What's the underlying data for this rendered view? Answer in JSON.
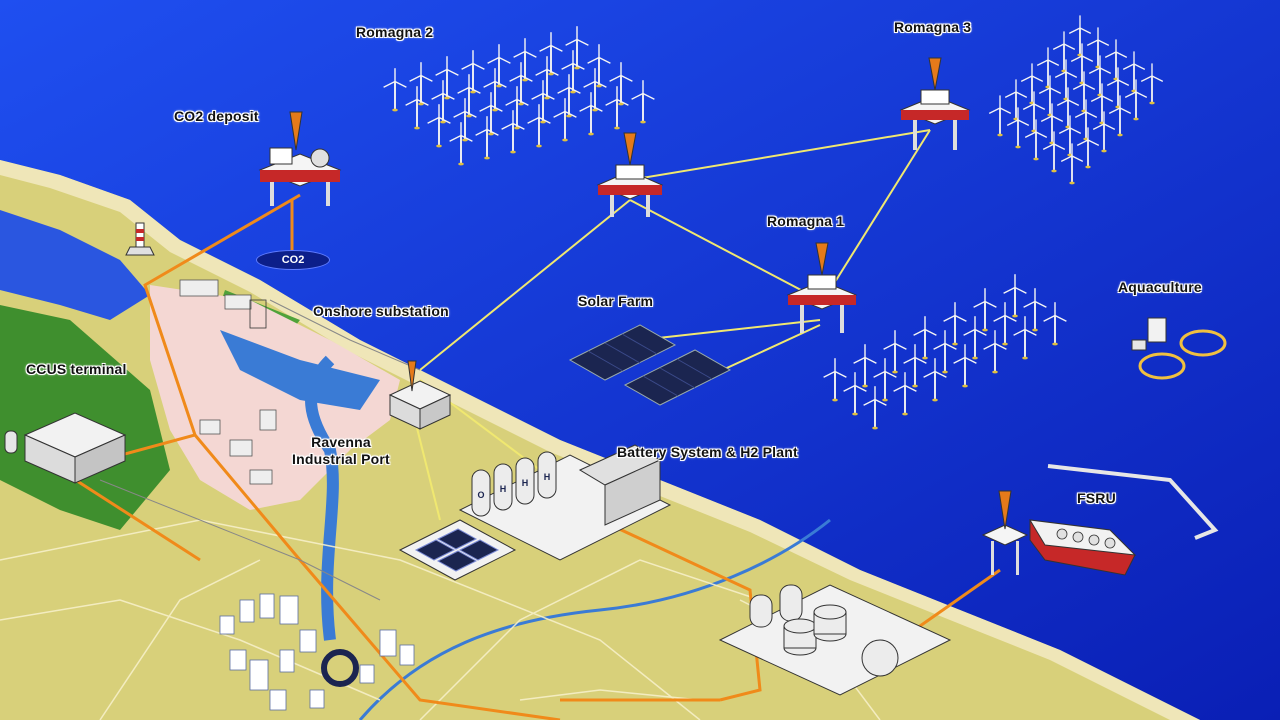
{
  "labels": {
    "romagna2": "Romagna 2",
    "romagna3": "Romagna 3",
    "romagna1": "Romagna 1",
    "co2_deposit": "CO2 deposit",
    "co2": "CO2",
    "onshore_substation": "Onshore substation",
    "solar_farm": "Solar Farm",
    "aquaculture": "Aquaculture",
    "ccus_terminal": "CCUS terminal",
    "ravenna_line1": "Ravenna",
    "ravenna_line2": "Industrial Port",
    "battery_h2": "Battery System & H2 Plant",
    "fsru": "FSRU"
  },
  "tank_letters": [
    "O",
    "H",
    "H",
    "H"
  ],
  "colors": {
    "sea": "#1436d6",
    "sea_deep": "#0b1fb8",
    "land": "#d8d07a",
    "land_green": "#3f8f2e",
    "port_pink": "#f4d7d3",
    "beach": "#efe6b8",
    "pipeline": "#f08a1a",
    "cable": "#f0e870",
    "river": "#3a7bd5"
  }
}
